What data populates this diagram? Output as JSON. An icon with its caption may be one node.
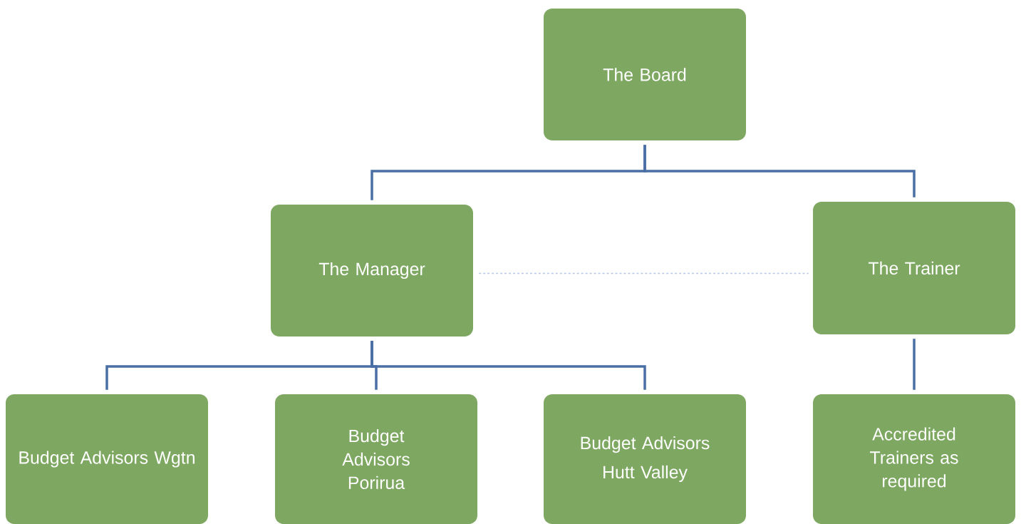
{
  "diagram": {
    "nodes": [
      {
        "text": [
          "The Board"
        ]
      },
      {
        "text": [
          "The Manager"
        ]
      },
      {
        "text": [
          "The Trainer"
        ]
      },
      {
        "text": [
          "Budget Advisors Wgtn"
        ]
      },
      {
        "text": [
          "Budget Advisors Porirua"
        ]
      },
      {
        "text": [
          "Budget Advisors",
          "Hutt Valley"
        ]
      },
      {
        "text": [
          "Accredited Trainers as required"
        ]
      }
    ],
    "edges": [
      {
        "from": 0,
        "to": 1,
        "arrow": "none"
      },
      {
        "from": 0,
        "to": 2,
        "arrow": "none"
      },
      {
        "from": 1,
        "to": 2,
        "arrow": "none",
        "style": "dashed",
        "color": "#b4c7e7"
      },
      {
        "from": 1,
        "to": 3,
        "arrow": "none"
      },
      {
        "from": 1,
        "to": 4,
        "arrow": "none"
      },
      {
        "from": 1,
        "to": 5,
        "arrow": "none"
      },
      {
        "from": 2,
        "to": 6,
        "arrow": "none"
      }
    ]
  }
}
